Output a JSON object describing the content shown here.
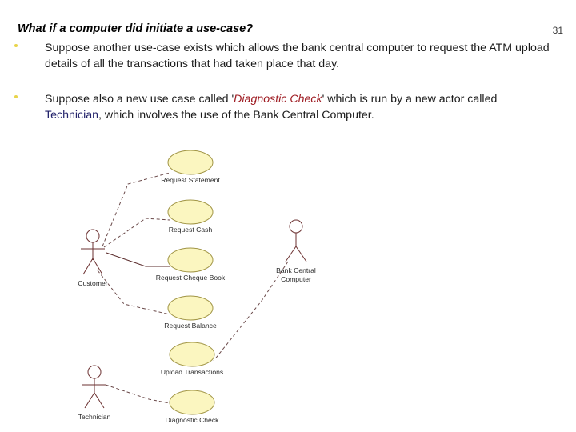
{
  "slide": {
    "title": "What if a computer did initiate a use-case?",
    "page_number": "31",
    "bullets": [
      {
        "marker": "bullet-dot",
        "text": "Suppose another use-case exists which allows the bank central computer to request the ATM upload details of all the transactions that had taken place that day."
      },
      {
        "marker": "bullet-dot",
        "prefix": "Suppose also a new use case called  '",
        "emphasis_1": "Diagnostic Check",
        "middle": "' which is run by a new actor called ",
        "emphasis_2": "Technician",
        "suffix": ", which involves the use of the Bank Central Computer."
      }
    ]
  },
  "diagram": {
    "type": "uml-use-case-diagram",
    "actors": [
      {
        "id": "customer",
        "label": "Customer"
      },
      {
        "id": "bank-central-computer",
        "label_line1": "Bank Central",
        "label_line2": "Computer"
      },
      {
        "id": "technician",
        "label": "Technician"
      }
    ],
    "use_cases": [
      {
        "id": "request-statement",
        "label": "Request Statement"
      },
      {
        "id": "request-cash",
        "label": "Request Cash"
      },
      {
        "id": "request-cheque-book",
        "label": "Request Cheque Book"
      },
      {
        "id": "request-balance",
        "label": "Request Balance"
      },
      {
        "id": "upload-transactions",
        "label": "Upload Transactions"
      },
      {
        "id": "diagnostic-check",
        "label": "Diagnostic Check"
      }
    ],
    "associations": [
      {
        "from": "customer",
        "to": "request-statement"
      },
      {
        "from": "customer",
        "to": "request-cash"
      },
      {
        "from": "customer",
        "to": "request-cheque-book"
      },
      {
        "from": "customer",
        "to": "request-balance"
      },
      {
        "from": "bank-central-computer",
        "to": "upload-transactions"
      },
      {
        "from": "technician",
        "to": "diagnostic-check"
      }
    ]
  },
  "colors": {
    "use_case_fill": "#fbf6c0",
    "use_case_stroke": "#a09444",
    "association_line": "#5a2b2b",
    "emphasis_red": "#9e1b22",
    "emphasis_blue": "#23236b",
    "bullet_dot": "#e8d44a"
  }
}
